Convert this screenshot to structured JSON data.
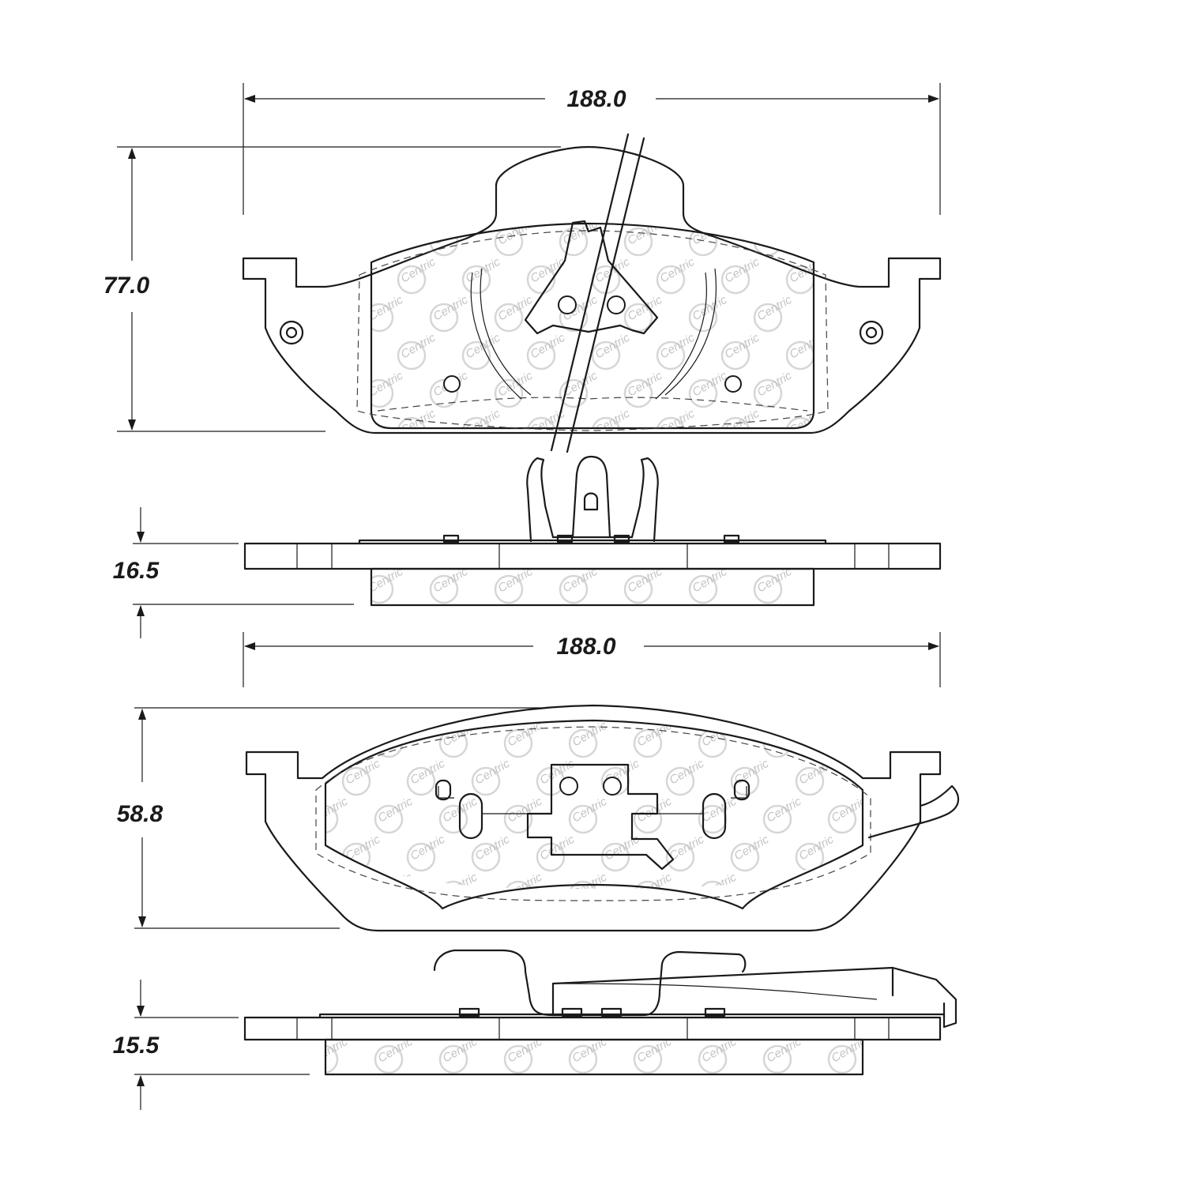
{
  "dimensions": {
    "top_width": "188.0",
    "top_height": "77.0",
    "top_thickness": "16.5",
    "bottom_width": "188.0",
    "bottom_height": "58.8",
    "bottom_thickness": "15.5"
  },
  "watermark": {
    "text": "Centric"
  },
  "colors": {
    "line": "#1a1a1a",
    "watermark": "#c4c4c4",
    "background": "#ffffff"
  }
}
